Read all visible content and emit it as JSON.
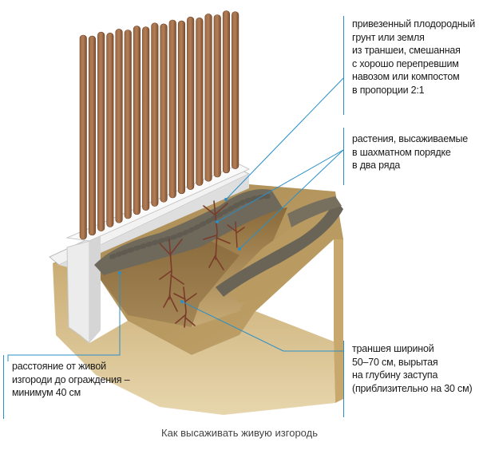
{
  "callouts": {
    "soil": [
      "привезенный плодородный",
      "грунт или земля",
      "из траншеи, смешанная",
      "с хорошо перепревшим",
      "навозом или компостом",
      "в пропорции 2:1"
    ],
    "plants": [
      "растения, высаживаемые",
      "в шахматном порядке",
      "в два ряда"
    ],
    "trench": [
      "траншея шириной",
      "50–70 см, вырытая",
      "на глубину заступа",
      "(приблизительно на 30 см)"
    ],
    "distance": [
      "расстояние от живой",
      "изгороди до ограждения –",
      "минимум 40 см"
    ]
  },
  "caption": "Как высаживать живую изгородь",
  "colors": {
    "accent_line": "#2a8fc9",
    "fence_wood": "#8a5a3a",
    "soil_top": "#b59560",
    "soil_side": "#d7bd8a",
    "foliage": "#6d6658",
    "concrete": "#e8e8e8"
  }
}
